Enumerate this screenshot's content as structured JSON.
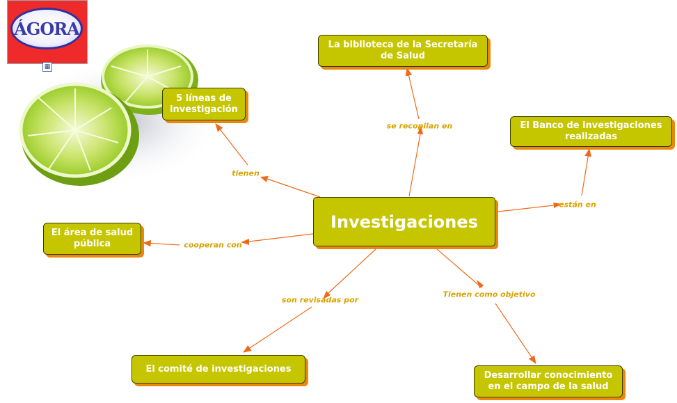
{
  "logo": {
    "text": "ÁGORA",
    "icon": "hierarchy-icon"
  },
  "colors": {
    "node_fill": "#c6c600",
    "node_shadow": "#e8880c",
    "link_text": "#d8a300",
    "arrow": "#ee6a1a"
  },
  "concept_map": {
    "central": "Investigaciones",
    "nodes": {
      "biblioteca": "La biblioteca de la Secretaría de Salud",
      "banco": "El Banco de investigaciones realizadas",
      "lineas": "5 líneas de investigación",
      "area": "El área de salud pública",
      "comite": "El comité de investigaciones",
      "desarrollar": "Desarrollar conocimiento en el campo de la salud"
    },
    "links": {
      "recopilan": "se recopilan en",
      "estan": "están en",
      "tienen": "tienen",
      "cooperan": "cooperan con",
      "revisadas": "son revisadas por",
      "objetivo": "Tienen como objetivo"
    }
  }
}
